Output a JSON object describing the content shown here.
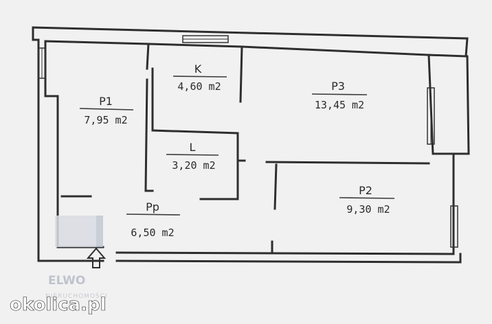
{
  "rooms": [
    {
      "id": "p1",
      "name": "P1",
      "area": "7,95 m2"
    },
    {
      "id": "k",
      "name": "K",
      "area": "4,60 m2"
    },
    {
      "id": "p3",
      "name": "P3",
      "area": "13,45 m2"
    },
    {
      "id": "l",
      "name": "L",
      "area": "3,20 m2"
    },
    {
      "id": "p2",
      "name": "P2",
      "area": "9,30 m2"
    },
    {
      "id": "pp",
      "name": "Pp",
      "area": "6,50 m2"
    }
  ],
  "watermark": {
    "word": "ELWO",
    "subtitle": "NIERUCHOMOŚCI"
  },
  "brand": {
    "text": "okolica.pl"
  },
  "entrance_icon": "up-arrow-icon"
}
